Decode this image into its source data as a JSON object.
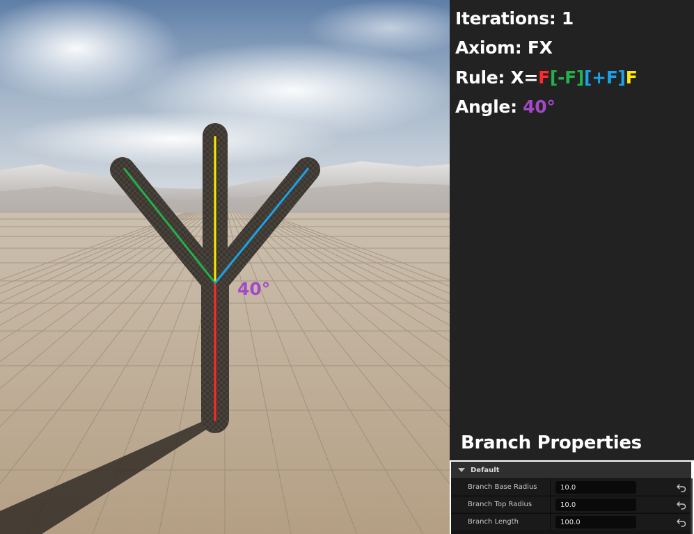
{
  "viewport": {
    "angle_label": "40°",
    "colors": {
      "red": "#ff2a2a",
      "green": "#22b14c",
      "blue": "#1aa3e8",
      "yellow": "#ffea00",
      "purple": "#a349c8"
    }
  },
  "info": {
    "iterations_label": "Iterations: ",
    "iterations_value": "1",
    "axiom_label": "Axiom: ",
    "axiom_value": "FX",
    "rule_label": "Rule: ",
    "rule_prefix": "X=",
    "rule_parts": [
      "F",
      "[-F]",
      "[+F]",
      "F"
    ],
    "angle_label": "Angle: ",
    "angle_value": "40°"
  },
  "branch_properties": {
    "title": "Branch Properties",
    "category": "Default",
    "rows": [
      {
        "label": "Branch Base Radius",
        "value": "10.0"
      },
      {
        "label": "Branch Top Radius",
        "value": "10.0"
      },
      {
        "label": "Branch Length",
        "value": "100.0"
      }
    ]
  }
}
